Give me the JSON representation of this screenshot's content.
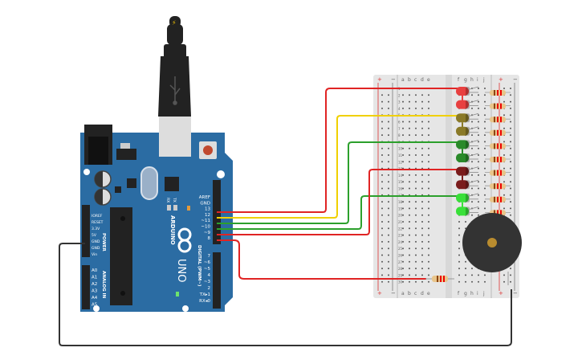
{
  "scene": "Arduino UNO circuit with LEDs, resistors, breadboard and piezo buzzer",
  "colors": {
    "board": "#2b6ca3",
    "board_dark": "#1f5585",
    "wire_red": "#e02424",
    "wire_yellow": "#f0d000",
    "wire_green": "#2ca02c",
    "wire_black": "#333333",
    "breadboard": "#e6e6e6",
    "led_red": "#e84040",
    "led_olive": "#8a7a28",
    "led_green_dark": "#2a8a2a",
    "led_maroon": "#7a1c1c",
    "led_green_light": "#39e039",
    "buzzer": "#333333",
    "buzzer_center": "#b98c2f"
  },
  "arduino": {
    "brand": "ARDUINO",
    "model": "UNO",
    "digital_label": "DIGITAL (PWM~)",
    "power_label": "POWER",
    "analog_label": "ANALOG IN",
    "tx_label": "TX",
    "rx_label": "RX",
    "l_label": "L",
    "on_label": "ON",
    "power_pins": [
      "IOREF",
      "RESET",
      "3.3V",
      "5V",
      "GND",
      "GND",
      "Vin"
    ],
    "analog_pins": [
      "A0",
      "A1",
      "A2",
      "A3",
      "A4",
      "A5"
    ],
    "digital_top_pins": [
      "AREF",
      "GND",
      "13",
      "12",
      "~11",
      "~10",
      "~9",
      "8"
    ],
    "digital_bottom_pins": [
      "7",
      "~6",
      "~5",
      "4",
      "~3",
      "2",
      "TX▸1",
      "RX◂0"
    ]
  },
  "usb": {
    "icon": "usb-icon",
    "power_icon": "lightning-icon"
  },
  "breadboard": {
    "columns_left": [
      "a",
      "b",
      "c",
      "d",
      "e"
    ],
    "columns_right": [
      "f",
      "g",
      "h",
      "i",
      "j"
    ],
    "rail_plus": "+",
    "rail_minus": "−",
    "rows": 30
  },
  "wires": [
    {
      "from": "13",
      "to": "row 1",
      "color": "red"
    },
    {
      "from": "12",
      "to": "row 5",
      "color": "yellow"
    },
    {
      "from": "~11",
      "to": "row 9",
      "color": "green"
    },
    {
      "from": "~10",
      "to": "row 17",
      "color": "green"
    },
    {
      "from": "~9",
      "to": "row 13",
      "color": "red"
    },
    {
      "from": "8",
      "to": "row 29",
      "color": "red"
    },
    {
      "from": "GND",
      "to": "rail -",
      "color": "black"
    }
  ],
  "leds": [
    {
      "row": 1,
      "color": "red"
    },
    {
      "row": 3,
      "color": "red"
    },
    {
      "row": 5,
      "color": "olive"
    },
    {
      "row": 7,
      "color": "olive"
    },
    {
      "row": 9,
      "color": "green"
    },
    {
      "row": 11,
      "color": "green"
    },
    {
      "row": 13,
      "color": "maroon"
    },
    {
      "row": 15,
      "color": "maroon"
    },
    {
      "row": 17,
      "color": "lightgreen"
    },
    {
      "row": 19,
      "color": "lightgreen"
    }
  ]
}
